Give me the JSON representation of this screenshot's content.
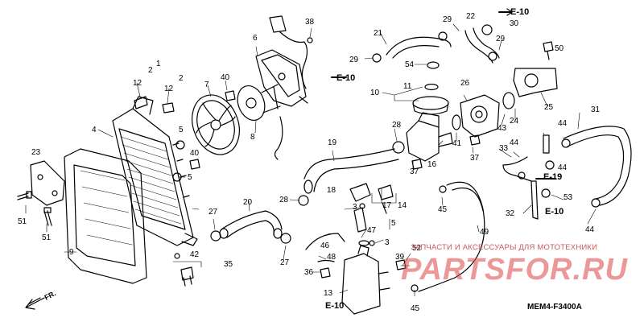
{
  "callouts": {
    "c1": "1",
    "c2a": "2",
    "c2b": "2",
    "c3a": "3",
    "c3b": "3",
    "c4": "4",
    "c5a": "5",
    "c5b": "5",
    "c5c": "5",
    "c6": "6",
    "c7": "7",
    "c8": "8",
    "c9": "9",
    "c10": "10",
    "c11": "11",
    "c12a": "12",
    "c12b": "12",
    "c13": "13",
    "c14": "14",
    "c16": "16",
    "c17": "17",
    "c18": "18",
    "c19": "19",
    "c20": "20",
    "c21": "21",
    "c22": "22",
    "c23": "23",
    "c24": "24",
    "c25": "25",
    "c26": "26",
    "c27a": "27",
    "c27b": "27",
    "c28a": "28",
    "c28b": "28",
    "c29a": "29",
    "c29b": "29",
    "c29c": "29",
    "c30": "30",
    "c31": "31",
    "c32": "32",
    "c33": "33",
    "c35": "35",
    "c36": "36",
    "c37a": "37",
    "c37b": "37",
    "c38": "38",
    "c39": "39",
    "c40a": "40",
    "c40b": "40",
    "c41": "41",
    "c42": "42",
    "c43": "43",
    "c44a": "44",
    "c44b": "44",
    "c44c": "44",
    "c44d": "44",
    "c45a": "45",
    "c45b": "45",
    "c46": "46",
    "c47": "47",
    "c48": "48",
    "c49": "49",
    "c50": "50",
    "c51a": "51",
    "c51b": "51",
    "c52": "52",
    "c53": "53",
    "c54": "54"
  },
  "references": {
    "e10_top": "E-10",
    "e10_left": "E-10",
    "e10_right": "E-10",
    "e10_bottom": "E-10",
    "e19": "E-19"
  },
  "direction_label": "FR.",
  "watermark_text": "ЗАПЧАСТИ И АКСЕССУАРЫ ДЛЯ МОТОТЕХНИКИ",
  "watermark_logo": "PARTSFOR.RU",
  "diagram_code": "MEM4-F3400A"
}
